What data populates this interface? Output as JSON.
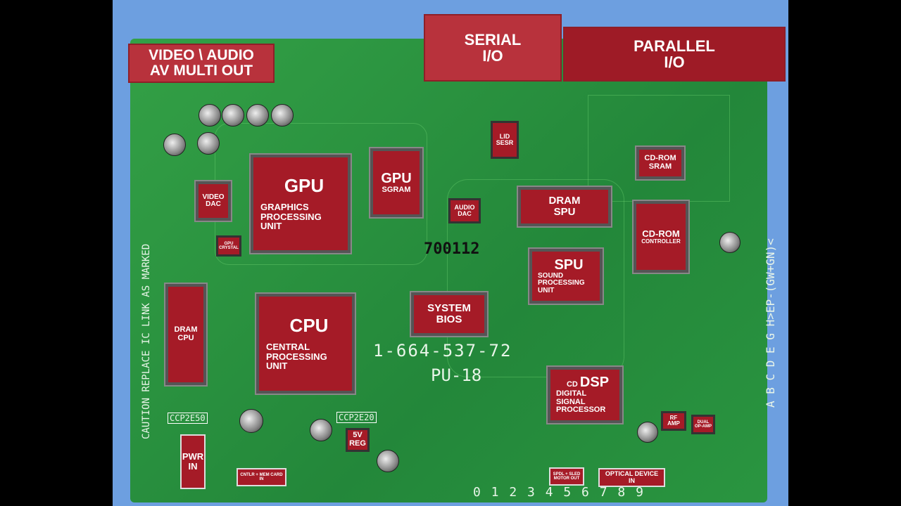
{
  "labels": {
    "video_audio": [
      "VIDEO \\ AUDIO",
      "AV MULTI OUT"
    ],
    "serial": [
      "SERIAL",
      "I/O"
    ],
    "parallel": [
      "PARALLEL",
      "I/O"
    ],
    "lid": [
      "LID",
      "SESR"
    ],
    "gpu": [
      "GPU",
      "GRAPHICS",
      "PROCESSING",
      "UNIT"
    ],
    "video_dac": [
      "VIDEO",
      "DAC"
    ],
    "gpu_crystal": [
      "GPU",
      "CRYSTAL"
    ],
    "gpu_sgram": [
      "GPU",
      "SGRAM"
    ],
    "audio_dac": [
      "AUDIO",
      "DAC"
    ],
    "dram_spu": [
      "DRAM",
      "SPU"
    ],
    "cdrom_sram": [
      "CD-ROM",
      "SRAM"
    ],
    "cdrom_controller": [
      "CD-ROM",
      "CONTROLLER"
    ],
    "spu": [
      "SPU",
      "SOUND",
      "PROCESSING",
      "UNIT"
    ],
    "system_bios": [
      "SYSTEM",
      "BIOS"
    ],
    "dram_cpu": [
      "DRAM",
      "CPU"
    ],
    "cpu": [
      "CPU",
      "CENTRAL",
      "PROCESSING",
      "UNIT"
    ],
    "cd_dsp": [
      "CD",
      "DSP",
      "DIGITAL",
      "SIGNAL",
      "PROCESSOR"
    ],
    "rf_amp": [
      "RF",
      "AMP"
    ],
    "dual_op_amp": [
      "DUAL",
      "OP-AMP"
    ],
    "five_v_reg": [
      "5V",
      "REG"
    ],
    "pwr_in": [
      "PWR",
      "IN"
    ],
    "cntlr": [
      "CNTLR + MEM CARD",
      "IN"
    ],
    "spdl": [
      "SPDL + SLED",
      "MOTOR OUT"
    ],
    "optical": [
      "OPTICAL DEVICE",
      "IN"
    ]
  },
  "silkscreen": {
    "part_no": "1-664-537-72",
    "board": "PU-18",
    "caution": "CAUTION REPLACE IC LINK AS MARKED",
    "serial_no": "700112",
    "ccp1": "CCP2E50",
    "ccp2": "CCP2E20",
    "digits": "0 1 2 3 4 5 6 7 8 9",
    "side": "A B C D E G H>EP-(GW+GN)<"
  }
}
